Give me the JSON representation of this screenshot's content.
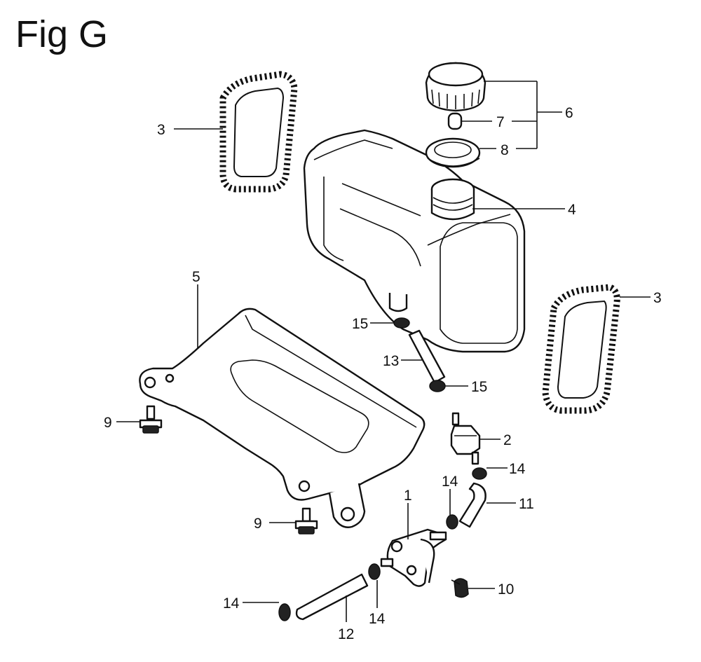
{
  "figure": {
    "title": "Fig G"
  },
  "parts": {
    "p1": "1",
    "p2": "2",
    "p3a": "3",
    "p3b": "3",
    "p4": "4",
    "p5": "5",
    "p6": "6",
    "p7": "7",
    "p8": "8",
    "p9a": "9",
    "p9b": "9",
    "p10": "10",
    "p11": "11",
    "p12": "12",
    "p13": "13",
    "p14a": "14",
    "p14b": "14",
    "p14c": "14",
    "p14d": "14",
    "p15a": "15",
    "p15b": "15"
  }
}
